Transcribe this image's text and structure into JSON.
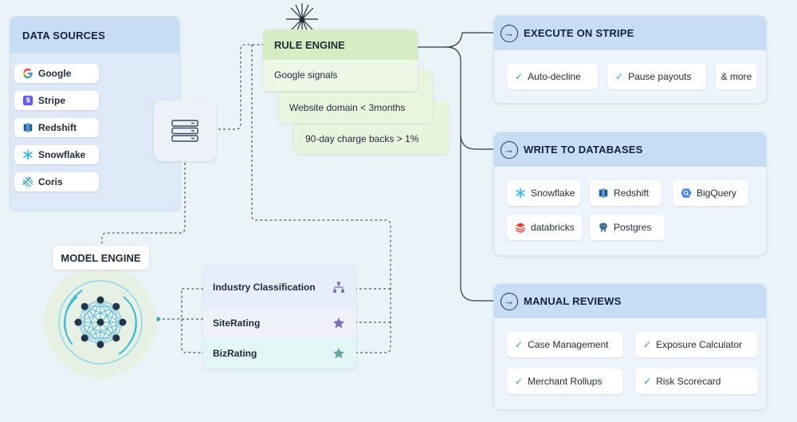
{
  "data_sources": {
    "title": "DATA SOURCES",
    "items": [
      {
        "label": "Google",
        "icon": "google-icon"
      },
      {
        "label": "Stripe",
        "icon": "stripe-icon"
      },
      {
        "label": "Redshift",
        "icon": "redshift-icon"
      },
      {
        "label": "Snowflake",
        "icon": "snowflake-icon"
      },
      {
        "label": "Coris",
        "icon": "coris-icon"
      }
    ]
  },
  "hub": {
    "icon": "server-stack-icon"
  },
  "rule_engine": {
    "title": "RULE ENGINE",
    "rules": [
      "Google signals",
      "Website domain < 3months",
      "90-day charge backs > 1%"
    ]
  },
  "execute_on_stripe": {
    "title": "EXECUTE ON STRIPE",
    "items": [
      "Auto-decline",
      "Pause payouts",
      "& more"
    ]
  },
  "write_to_databases": {
    "title": "WRITE TO DATABASES",
    "items": [
      {
        "label": "Snowflake",
        "icon": "snowflake-icon"
      },
      {
        "label": "Redshift",
        "icon": "redshift-icon"
      },
      {
        "label": "BigQuery",
        "icon": "bigquery-icon"
      },
      {
        "label": "databricks",
        "icon": "databricks-icon"
      },
      {
        "label": "Postgres",
        "icon": "postgres-icon"
      }
    ]
  },
  "manual_reviews": {
    "title": "MANUAL REVIEWS",
    "items": [
      "Case Management",
      "Exposure Calculator",
      "Merchant Rollups",
      "Risk Scorecard"
    ]
  },
  "model_engine": {
    "title": "MODEL ENGINE",
    "models": [
      {
        "label": "Industry Classification",
        "icon": "hierarchy-icon"
      },
      {
        "label": "SiteRating",
        "icon": "star-icon"
      },
      {
        "label": "BizRating",
        "icon": "star-icon"
      }
    ]
  },
  "colors": {
    "accent": "#2a9bb8",
    "panel_header": "#c7dcf5",
    "rule_header": "#d6ecc2",
    "connector": "#2b3a4a"
  }
}
